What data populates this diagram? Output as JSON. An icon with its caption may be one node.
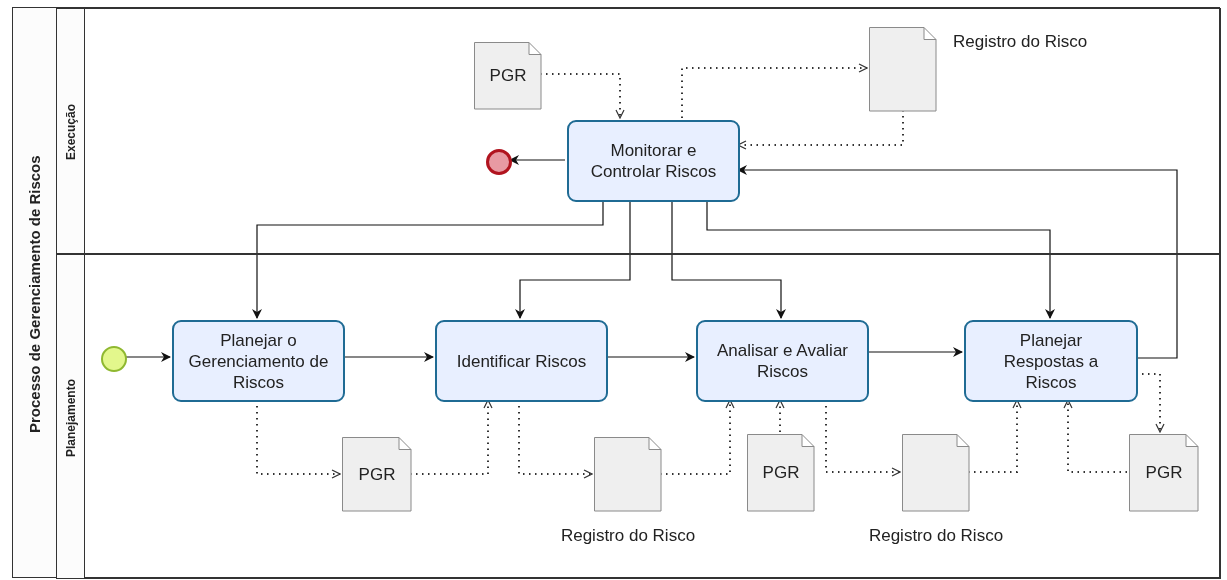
{
  "diagram": {
    "nodes": [
      {
        "text": [
          "Processo de Gerenciamento de Riscos"
        ]
      },
      {
        "text": [
          "Execução"
        ],
        "in": 0
      },
      {
        "text": [
          "Planejamento"
        ],
        "in": 0
      },
      {
        "text": [
          "PGR"
        ],
        "in": 1
      },
      {
        "text": [
          "Registro do Risco"
        ],
        "in": 1
      },
      {
        "text": [],
        "shape": "circle",
        "in": 1
      },
      {
        "text": [
          "Monitorar e Controlar Riscos"
        ],
        "in": 1
      },
      {
        "text": [],
        "shape": "circle",
        "in": 2
      },
      {
        "text": [
          "Planejar o Gerenciamento de Riscos"
        ],
        "in": 2
      },
      {
        "text": [
          "Identificar Riscos"
        ],
        "in": 2
      },
      {
        "text": [
          "Analisar e Avaliar Riscos"
        ],
        "in": 2
      },
      {
        "text": [
          "Planejar Respostas a Riscos"
        ],
        "in": 2
      },
      {
        "text": [
          "PGR"
        ],
        "in": 2
      },
      {
        "text": [
          "Registro do Risco"
        ],
        "in": 2
      },
      {
        "text": [
          "PGR"
        ],
        "in": 2
      },
      {
        "text": [
          "Registro do Risco"
        ],
        "in": 2
      },
      {
        "text": [
          "PGR"
        ],
        "in": 2
      }
    ],
    "edges": [
      {
        "from": 3,
        "to": 6,
        "arrow": "to",
        "style": "dashed"
      },
      {
        "from": 6,
        "to": 4,
        "arrow": "to",
        "style": "dashed"
      },
      {
        "from": 4,
        "to": 6,
        "arrow": "to",
        "style": "dashed"
      },
      {
        "from": 6,
        "to": 5,
        "arrow": "to"
      },
      {
        "from": 6,
        "to": 8,
        "arrow": "to"
      },
      {
        "from": 6,
        "to": 9,
        "arrow": "to"
      },
      {
        "from": 6,
        "to": 10,
        "arrow": "to"
      },
      {
        "from": 6,
        "to": 11,
        "arrow": "to"
      },
      {
        "from": 11,
        "to": 6,
        "arrow": "to"
      },
      {
        "from": 7,
        "to": 8,
        "arrow": "to"
      },
      {
        "from": 8,
        "to": 9,
        "arrow": "to"
      },
      {
        "from": 9,
        "to": 10,
        "arrow": "to"
      },
      {
        "from": 10,
        "to": 11,
        "arrow": "to"
      },
      {
        "from": 8,
        "to": 12,
        "arrow": "to",
        "style": "dashed"
      },
      {
        "from": 12,
        "to": 9,
        "arrow": "to",
        "style": "dashed"
      },
      {
        "from": 9,
        "to": 13,
        "arrow": "to",
        "style": "dashed"
      },
      {
        "from": 13,
        "to": 10,
        "arrow": "to",
        "style": "dashed"
      },
      {
        "from": 14,
        "to": 10,
        "arrow": "to",
        "style": "dashed"
      },
      {
        "from": 10,
        "to": 15,
        "arrow": "to",
        "style": "dashed"
      },
      {
        "from": 15,
        "to": 11,
        "arrow": "to",
        "style": "dashed"
      },
      {
        "from": 16,
        "to": 11,
        "arrow": "to",
        "style": "dashed"
      },
      {
        "from": 11,
        "to": 16,
        "arrow": "to",
        "style": "dashed"
      }
    ]
  }
}
